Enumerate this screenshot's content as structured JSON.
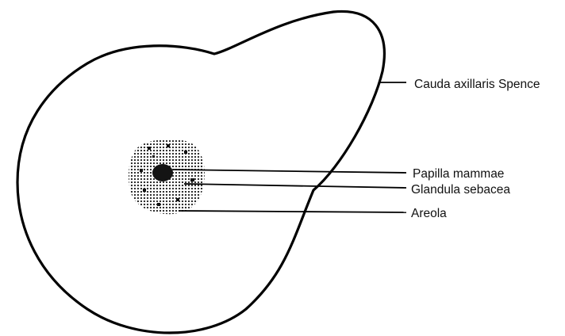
{
  "diagram": {
    "labels": {
      "cauda": "Cauda axillaris Spence",
      "papilla": "Papilla mammae",
      "glandula": "Glandula sebacea",
      "areola": "Areola"
    }
  }
}
